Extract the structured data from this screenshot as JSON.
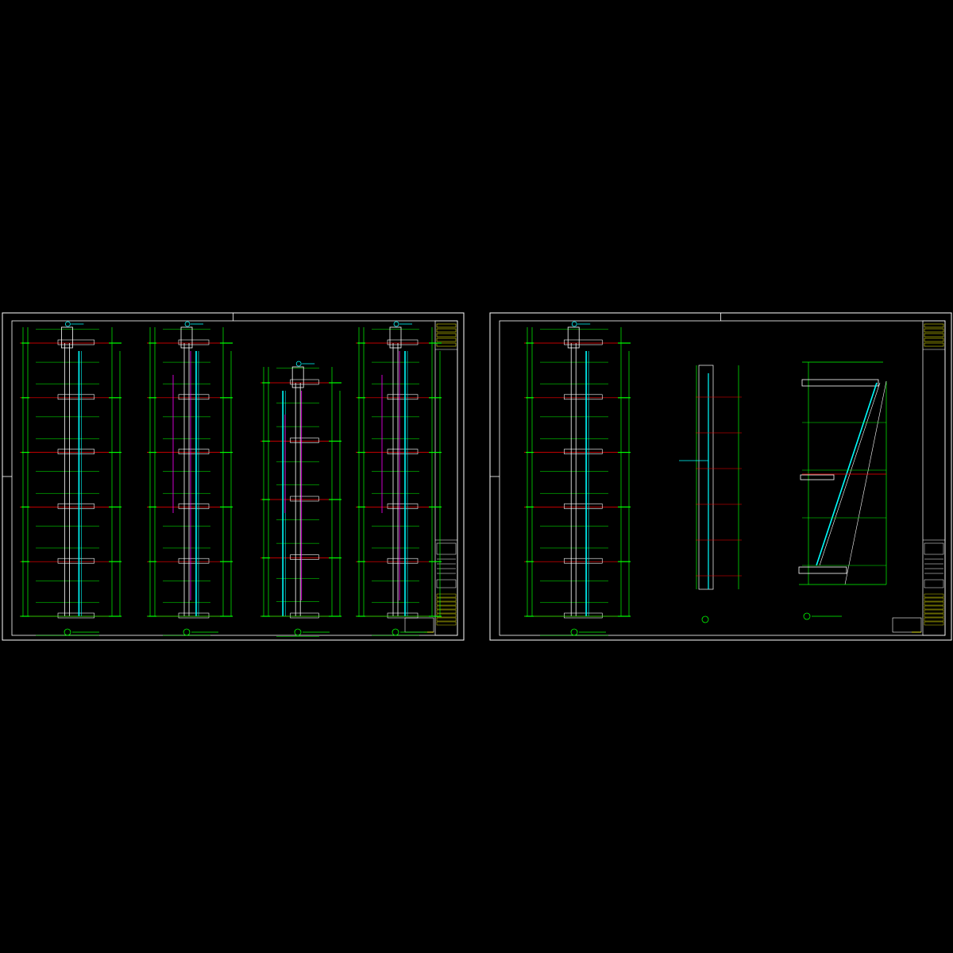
{
  "sheets": [
    {
      "id": "left",
      "details": 4
    },
    {
      "id": "right",
      "details": 3
    }
  ],
  "colors": {
    "background": "#000000",
    "border": "#ffffff",
    "dimension": "#00ff00",
    "axis": "#ff0000",
    "glass": "#00ffff",
    "outline": "#ff00ff",
    "titleblock": "#ffff00",
    "wall": "#ffffff"
  }
}
